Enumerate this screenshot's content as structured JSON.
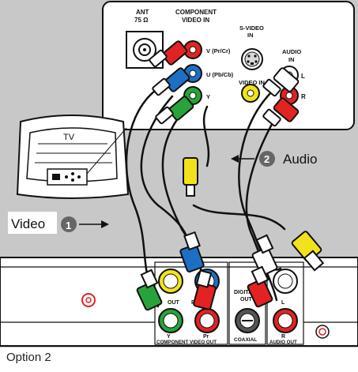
{
  "tv_panel": {
    "ant_label": "ANT",
    "ant_ohm": "75 Ω",
    "component_label_1": "COMPONENT",
    "component_label_2": "VIDEO IN",
    "v_label": "V (Pr/Cr)",
    "u_label": "U (Pb/Cb)",
    "y_label": "Y",
    "svideo_label_1": "S-VIDEO",
    "svideo_label_2": "IN",
    "audio_label_1": "AUDIO",
    "audio_label_2": "IN",
    "video_in_label": "VIDEO IN",
    "audio_l": "L",
    "audio_r": "R"
  },
  "tv": {
    "label": "TV"
  },
  "callouts": {
    "video_text": "Video",
    "video_num": "1",
    "audio_text": "Audio",
    "audio_num": "2"
  },
  "player_panel": {
    "y_out": "Y",
    "pb": "Pb",
    "pr": "Pr",
    "out": "OUT",
    "component_video_out": "COMPONENT VIDEO OUT",
    "digital_label_1": "DIGITAL",
    "digital_label_2": "OUT",
    "coaxial": "COAXIAL",
    "audio_l": "L",
    "audio_r": "R",
    "audio_out": "AUDIO OUT"
  },
  "caption": "Option 2",
  "colors": {
    "gray_bg": "#c8c8c8",
    "red": "#e32222",
    "blue": "#1e6fc4",
    "green": "#27a33a",
    "yellow": "#f2e21b",
    "white": "#ffffff",
    "black": "#111111"
  }
}
